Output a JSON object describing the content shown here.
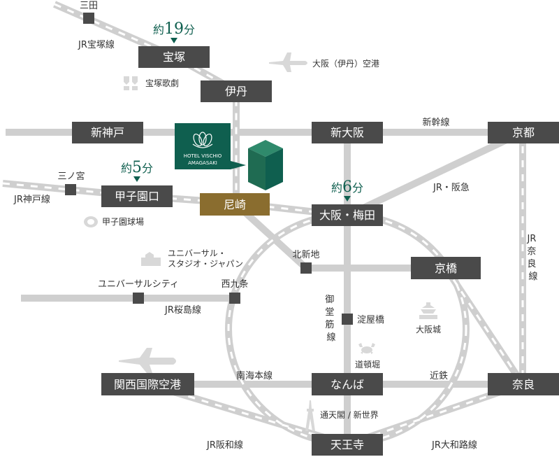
{
  "title": "",
  "stations": {
    "sanda": "三田",
    "takarazuka": "宝塚",
    "itami": "伊丹",
    "shinkobe": "新神戸",
    "shinosaka": "新大阪",
    "kyoto": "京都",
    "sannomiya": "三ノ宮",
    "koshienguchi": "甲子園口",
    "amagasaki": "尼崎",
    "osaka_umeda": "大阪・梅田",
    "kitashinchi": "北新地",
    "kyobashi": "京橋",
    "usj_city": "ユニバーサルシティ",
    "nishikujo": "西九条",
    "yodoyabashi": "淀屋橋",
    "kansai_airport": "関西国際空港",
    "namba": "なんば",
    "nara": "奈良",
    "tennoji": "天王寺"
  },
  "lines": {
    "jr_takarazuka": "JR宝塚線",
    "shinkansen": "新幹線",
    "jr_kobe": "JR神戸線",
    "jr_hankyu": "JR・阪急",
    "jr_nara": "JR奈良線",
    "jr_sakurajima": "JR桜島線",
    "midosuji": "御堂筋線",
    "nankai": "南海本線",
    "kintetsu": "近鉄",
    "jr_hanwa": "JR阪和線",
    "jr_yamatoji": "JR大和路線"
  },
  "times": {
    "takarazuka": {
      "prefix": "約",
      "num": "19",
      "unit": "分"
    },
    "koshienguchi": {
      "prefix": "約",
      "num": "5",
      "unit": "分"
    },
    "osaka": {
      "prefix": "約",
      "num": "6",
      "unit": "分"
    }
  },
  "landmarks": {
    "itami_airport": "大阪（伊丹）空港",
    "takarazuka_theater": "宝塚歌劇",
    "koshien": "甲子園球場",
    "usj_line1": "ユニバーサル・",
    "usj_line2": "スタジオ・ジャパン",
    "osaka_castle": "大阪城",
    "dotonbori": "道頓堀",
    "tsutenkaku": "通天閣 / 新世界"
  },
  "hotel": {
    "name_line1": "HOTEL VISCHIO",
    "name_line2": "AMAGASAKI"
  },
  "colors": {
    "station_box": "#4a4a4a",
    "hotel_station": "#8a6d2f",
    "hotel_green": "#0f5f4f",
    "rail": "#cfcfcf"
  },
  "icons": [
    "airplane-icon",
    "theater-icon",
    "stadium-icon",
    "theme-park-icon",
    "castle-icon",
    "crab-icon",
    "tower-icon",
    "hotel-building-icon",
    "hotel-logo-icon"
  ]
}
